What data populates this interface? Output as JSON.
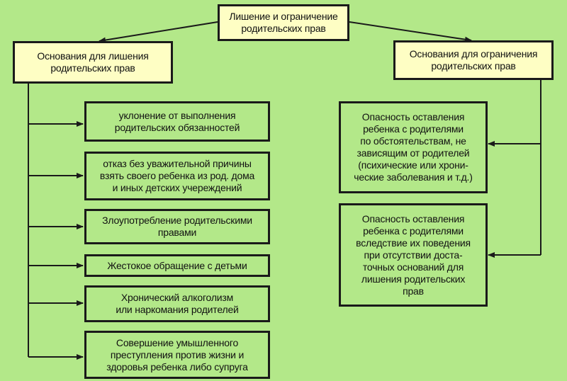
{
  "root": {
    "label": "Лишение и ограничение\nродительских прав"
  },
  "left_branch": {
    "title": "Основания для лишения\nродительских прав",
    "items": [
      "уклонение от выполнения\nродительских обязанностей",
      "отказ без уважительной причины\nвзять своего ребенка из род. дома\nи иных детских учереждений",
      "Злоупотребление родительскими\nправами",
      "Жестокое обращение с детьми",
      "Хронический алкоголизм\nили наркомания родителей",
      "Совершение умышленного\nпреступления против жизни и\nздоровья ребенка либо супруга"
    ]
  },
  "right_branch": {
    "title": "Основания для ограничения\nродительских прав",
    "items": [
      "Опасность оставления\nребенка с родителями\nпо обстоятельствам, не\nзависящим от родителей\n(психические или хрони-\nческие заболевания и т.д.)",
      "Опасность оставления\nребенка с родителями\nвследствие их поведения\nпри отсутствии доста-\nточных оснований для\nлишения родительских\nправ"
    ]
  },
  "colors": {
    "background": "#b3e889",
    "highlight": "#fefec4",
    "stroke": "#1a1a1a"
  }
}
